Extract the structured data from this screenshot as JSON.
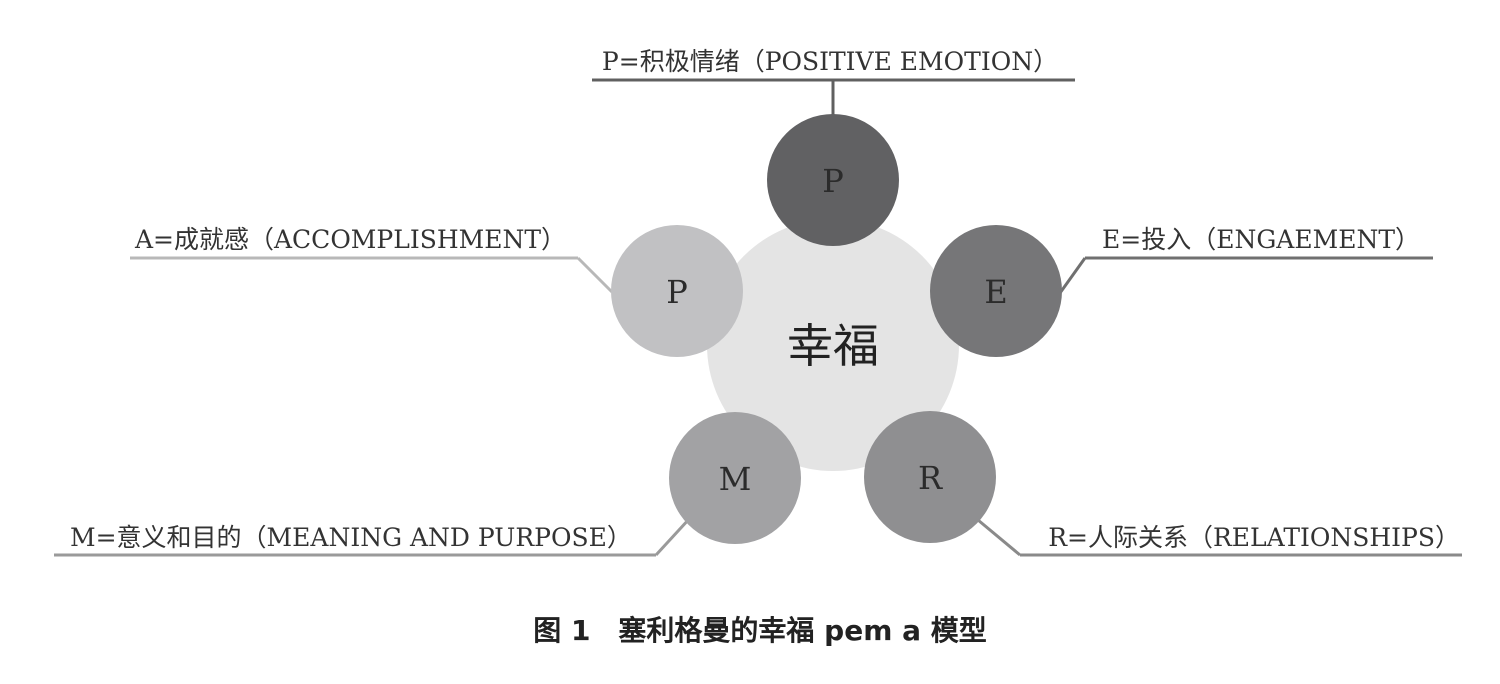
{
  "diagram": {
    "center": {
      "label": "幸福",
      "color": "#e4e4e4"
    },
    "nodes": [
      {
        "id": "positive-emotion",
        "letter": "P",
        "label": "P=积极情绪（POSITIVE EMOTION）",
        "color": "#616163",
        "line_color": "#606060"
      },
      {
        "id": "engagement",
        "letter": "E",
        "label": "E=投入（ENGAEMENT）",
        "color": "#767678",
        "line_color": "#707070"
      },
      {
        "id": "relationships",
        "letter": "R",
        "label": "R=人际关系（RELATIONSHIPS）",
        "color": "#8f8f91",
        "line_color": "#8a8a8a"
      },
      {
        "id": "meaning",
        "letter": "M",
        "label": "M=意义和目的（MEANING AND PURPOSE）",
        "color": "#a2a2a4",
        "line_color": "#9a9a9a"
      },
      {
        "id": "accomplishment",
        "letter": "P",
        "label": "A=成就感（ACCOMPLISHMENT）",
        "color": "#c1c1c3",
        "line_color": "#b8b8b8"
      }
    ]
  },
  "caption": "图 1　塞利格曼的幸福 pem a 模型"
}
